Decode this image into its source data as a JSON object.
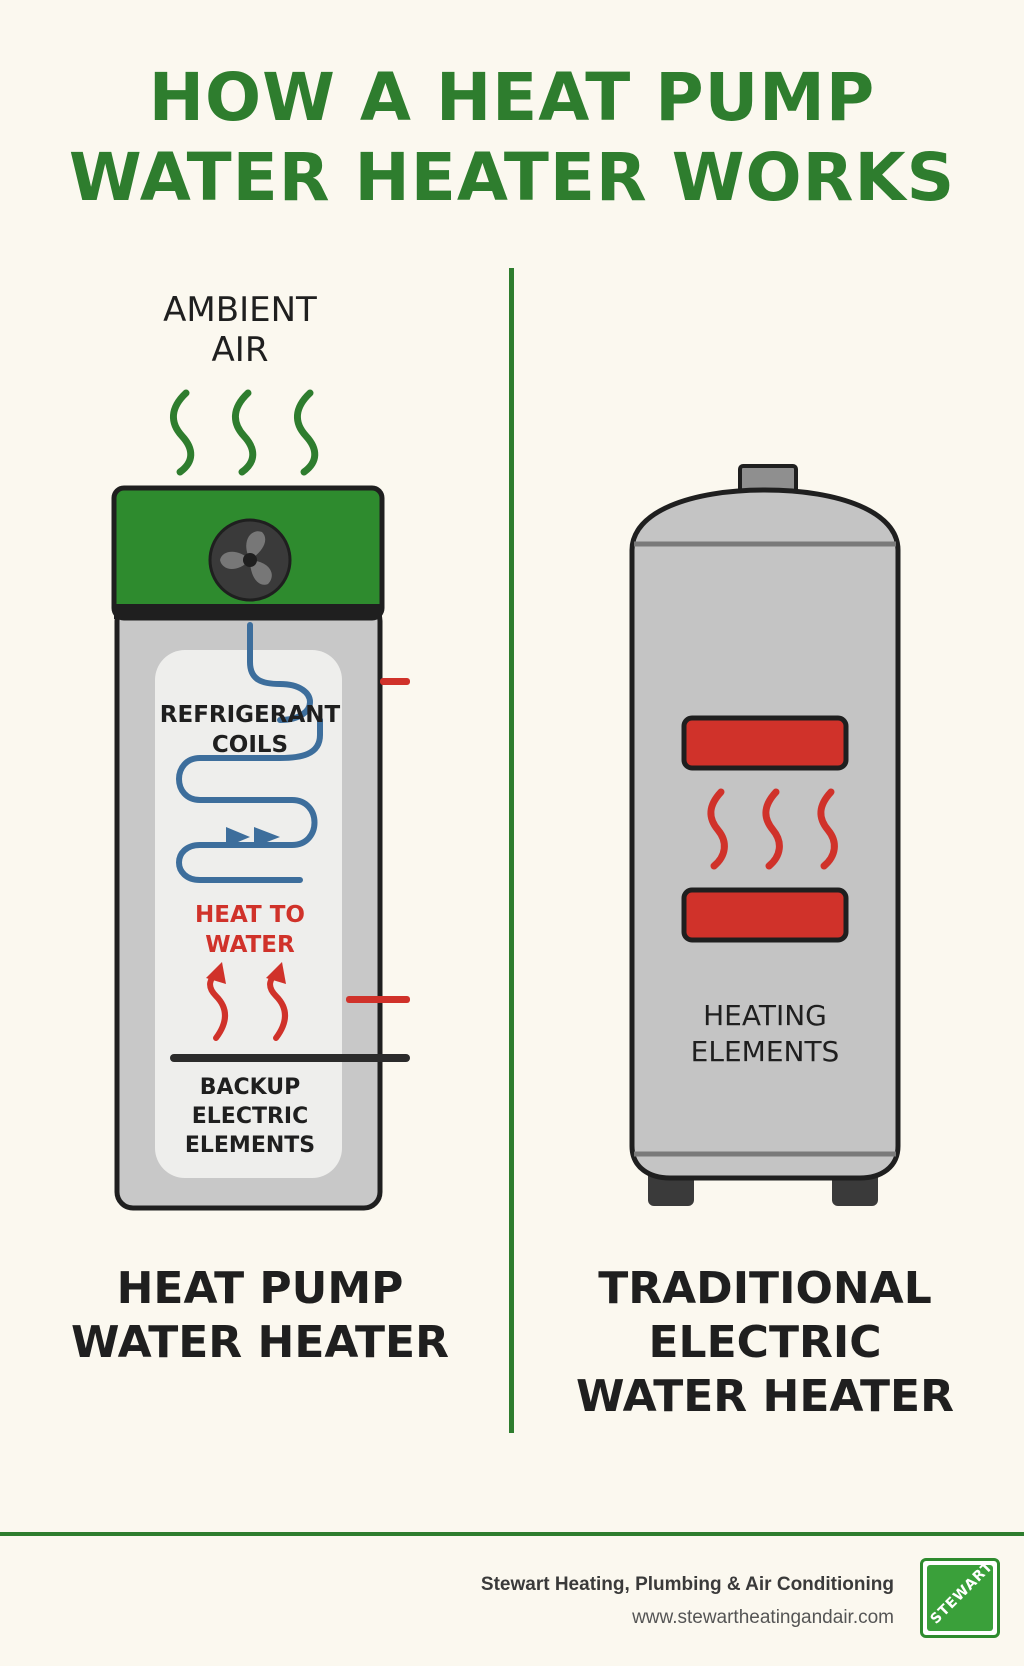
{
  "title": {
    "line1": "HOW A HEAT PUMP",
    "line2": "WATER HEATER WORKS"
  },
  "heat_pump": {
    "ambient_line1": "AMBIENT",
    "ambient_line2": "AIR",
    "coils_line1": "REFRIGERANT",
    "coils_line2": "COILS",
    "heat_line1": "HEAT TO",
    "heat_line2": "WATER",
    "backup_line1": "BACKUP",
    "backup_line2": "ELECTRIC",
    "backup_line3": "ELEMENTS",
    "caption_line1": "HEAT PUMP",
    "caption_line2": "WATER HEATER"
  },
  "traditional": {
    "elements_line1": "HEATING",
    "elements_line2": "ELEMENTS",
    "caption_line1": "TRADITIONAL",
    "caption_line2": "ELECTRIC",
    "caption_line3": "WATER HEATER"
  },
  "footer": {
    "company": "Stewart Heating, Plumbing & Air Conditioning",
    "url": "www.stewartheatingandair.com",
    "logo_text": "STEWART"
  },
  "colors": {
    "brand_green": "#2e7d2e",
    "heat_red": "#d0322a",
    "coil_blue": "#3d6e9c",
    "tank_gray": "#c4c4c4",
    "background": "#fbf8ef"
  }
}
